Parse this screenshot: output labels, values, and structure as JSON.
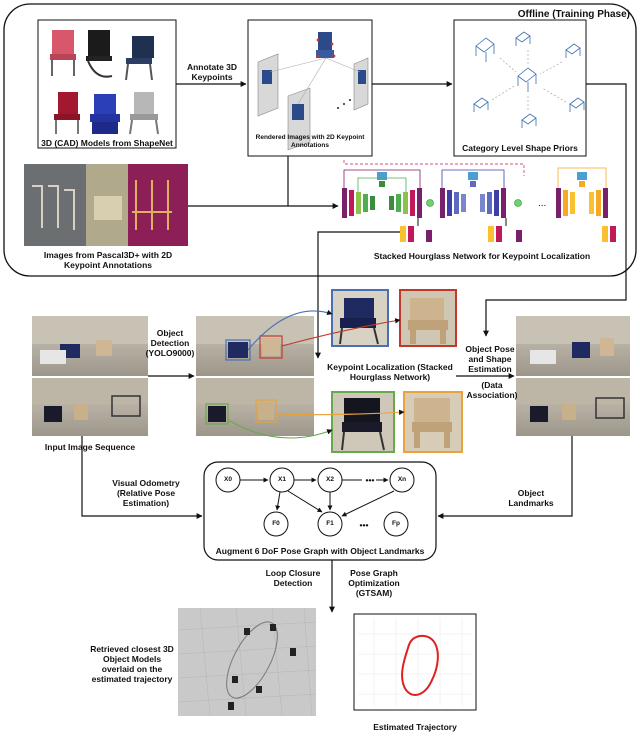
{
  "offline_title": "Offline (Training Phase)",
  "cad_label": "3D (CAD) Models from ShapeNet",
  "annotate_label": "Annotate 3D Keypoints",
  "rendered_label": "Rendered Images with 2D Keypoint Annotations",
  "priors_label": "Category Level Shape Priors",
  "pascal_label": "Images from Pascal3D+ with 2D Keypoint Annotations",
  "hourglass_label": "Stacked Hourglass Network for Keypoint Localization",
  "input_seq_label": "Input Image Sequence",
  "detection_label": "Object Detection (YOLO9000)",
  "keypoint_loc_label": "Keypoint Localization (Stacked Hourglass Network)",
  "pose_shape_label": "Object Pose and Shape Estimation",
  "data_assoc_label": "(Data Association)",
  "vo_label": "Visual Odometry (Relative Pose Estimation)",
  "landmarks_label": "Object Landmarks",
  "graph_label": "Augment 6 DoF Pose Graph with Object Landmarks",
  "loop_label": "Loop Closure Detection",
  "pgo_label": "Pose Graph Optimization (GTSAM)",
  "retrieved_label": "Retrieved closest 3D Object Models overlaid on the estimated trajectory",
  "trajectory_label": "Estimated Trajectory",
  "graph_nodes": {
    "x0": "X0",
    "x1": "X1",
    "x2": "X2",
    "xn": "Xn",
    "f0": "F0",
    "f1": "F1",
    "fp": "Fp",
    "dots": "•••"
  },
  "colors": {
    "blue_box": "#4a6fb5",
    "red_box": "#c0392b",
    "green_box": "#6aa84f",
    "orange_box": "#e8a33b",
    "trajectory": "#e02020"
  }
}
